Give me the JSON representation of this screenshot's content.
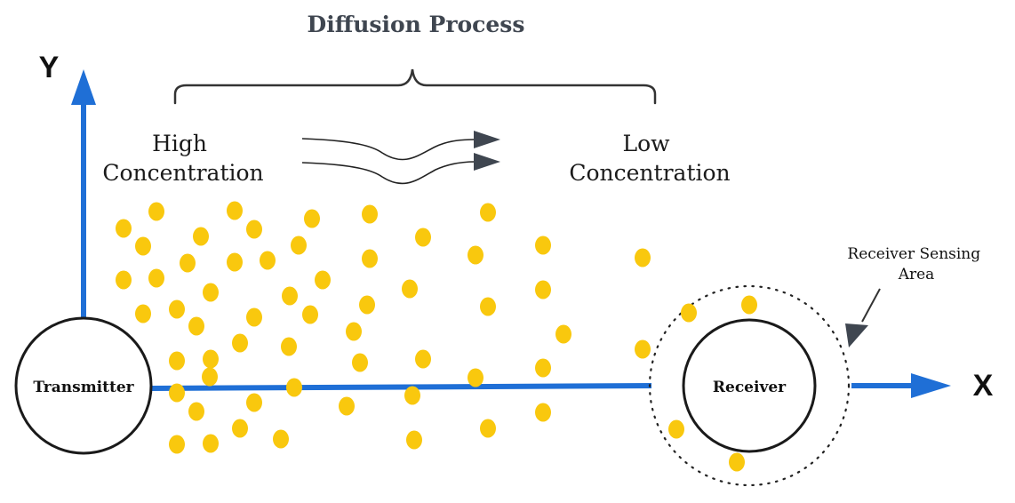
{
  "title": "Diffusion Process",
  "axes": {
    "y_label": "Y",
    "x_label": "X"
  },
  "regions": {
    "high": [
      "High",
      "Concentration"
    ],
    "low": [
      "Low",
      "Concentration"
    ]
  },
  "nodes": {
    "transmitter": "Transmitter",
    "receiver": "Receiver"
  },
  "sensing_area_label": [
    "Receiver Sensing",
    "Area"
  ],
  "colors": {
    "axis": "#1f6fd6",
    "particle": "#f9c80e",
    "outline": "#222222",
    "text_title": "#3f4650",
    "flow_arrow": "#3f4650"
  },
  "icons": {
    "particle": "molecule-dot",
    "flow": "diffusion-flow-arrow",
    "sensing": "pointer-arrow"
  }
}
